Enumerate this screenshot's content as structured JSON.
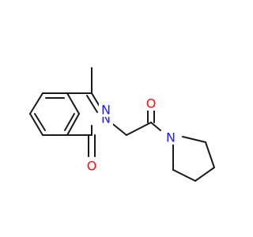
{
  "molecule": {
    "atoms": [
      {
        "id": "N_ring_a",
        "label": "N",
        "color": "#2020ff"
      },
      {
        "id": "N_ring_b",
        "label": "N",
        "color": "#2020ff"
      },
      {
        "id": "O_lactam",
        "label": "O",
        "color": "#ff0d0d"
      },
      {
        "id": "O_amide",
        "label": "O",
        "color": "#ff0d0d"
      },
      {
        "id": "N_pyrrolidine",
        "label": "N",
        "color": "#2020ff"
      }
    ],
    "bond_color": "#1a1a1a",
    "background": "#ffffff"
  }
}
